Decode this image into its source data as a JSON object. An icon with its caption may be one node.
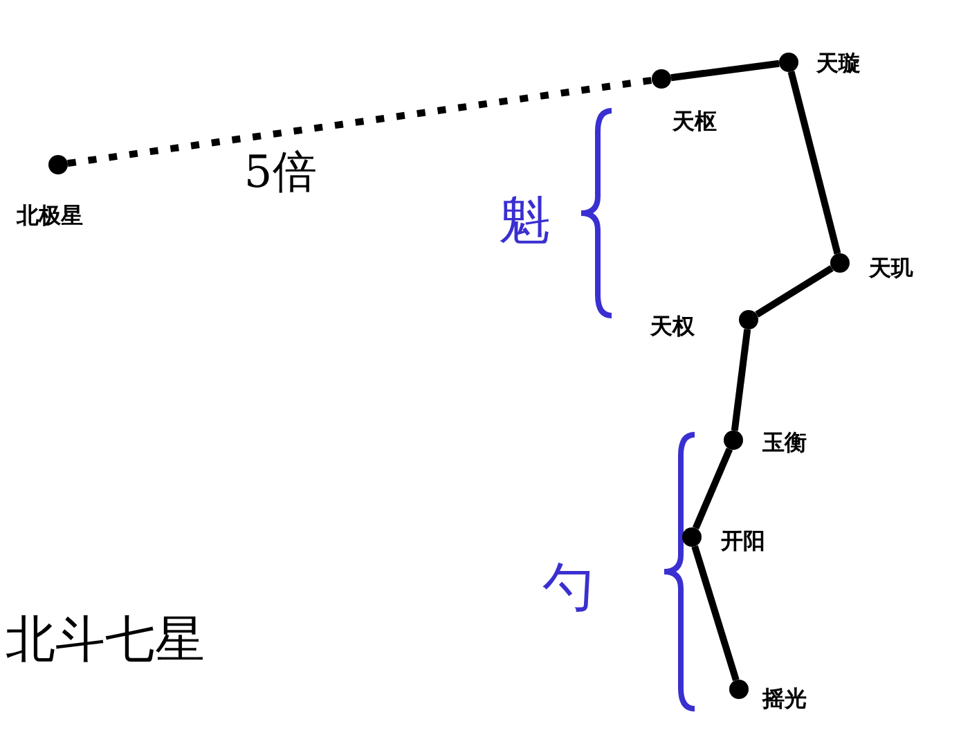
{
  "diagram": {
    "title": "北斗七星",
    "nodes": [
      {
        "text": [],
        "shape": "circle",
        "beside": [
          "北极星"
        ]
      },
      {
        "text": [],
        "shape": "circle",
        "beside": [
          "天枢"
        ]
      },
      {
        "text": [],
        "shape": "circle",
        "beside": [
          "天璇"
        ]
      },
      {
        "text": [],
        "shape": "circle",
        "beside": [
          "天玑"
        ]
      },
      {
        "text": [],
        "shape": "circle",
        "beside": [
          "天权"
        ]
      },
      {
        "text": [],
        "shape": "circle",
        "beside": [
          "玉衡"
        ]
      },
      {
        "text": [],
        "shape": "circle",
        "beside": [
          "开阳"
        ]
      },
      {
        "text": [],
        "shape": "circle",
        "beside": [
          "摇光"
        ]
      }
    ],
    "edges": [
      {
        "from": 0,
        "to": 1,
        "arrow": "none",
        "style": "dashed",
        "label": "5倍"
      },
      {
        "from": 1,
        "to": 2,
        "arrow": "none"
      },
      {
        "from": 2,
        "to": 3,
        "arrow": "none"
      },
      {
        "from": 3,
        "to": 4,
        "arrow": "none"
      },
      {
        "from": 4,
        "to": 5,
        "arrow": "none"
      },
      {
        "from": 5,
        "to": 6,
        "arrow": "none"
      },
      {
        "from": 6,
        "to": 7,
        "arrow": "none"
      }
    ],
    "labels": [
      "魁",
      "勺"
    ]
  }
}
